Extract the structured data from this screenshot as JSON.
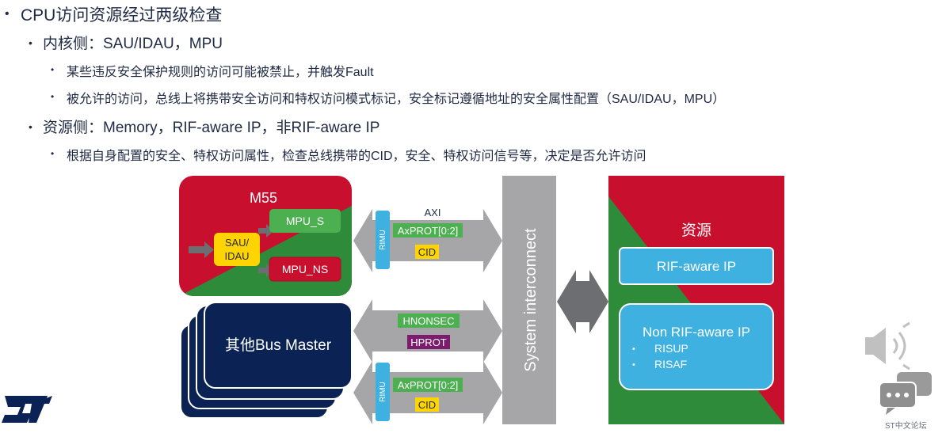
{
  "bullets": {
    "level1": "CPU访问资源经过两级检查",
    "kernel": "内核侧：SAU/IDAU，MPU",
    "kernel_sub1": "某些违反安全保护规则的访问可能被禁止，并触发Fault",
    "kernel_sub2": "被允许的访问，总线上将携带安全访问和特权访问模式标记，安全标记遵循地址的安全属性配置（SAU/IDAU，MPU）",
    "resource": "资源侧：Memory，RIF-aware IP，非RIF-aware IP",
    "resource_sub1": "根据自身配置的安全、特权访问属性，检查总线携带的CID，安全、特权访问信号等，决定是否允许访问"
  },
  "diagram": {
    "m55": {
      "title": "M55",
      "sau": "SAU/\nIDAU",
      "mpu_s": "MPU_S",
      "mpu_ns": "MPU_NS"
    },
    "other_master": "其他Bus Master",
    "rimu": "RIMU",
    "bus_top": {
      "label": "AXI",
      "prot": "AxPROT[0:2]",
      "cid": "CID"
    },
    "bus_mid": {
      "nonsec": "HNONSEC",
      "prot": "HPROT"
    },
    "bus_bot": {
      "prot": "AxPROT[0:2]",
      "cid": "CID"
    },
    "interconnect": "System interconnect",
    "resource": {
      "title": "资源",
      "rif_aware": "RIF-aware IP",
      "non_rif": "Non RIF-aware IP",
      "non_rif_items": [
        "RISUP",
        "RISAF"
      ]
    }
  },
  "footer": {
    "forum_label": "ST中文论坛"
  },
  "colors": {
    "st_red": "#c8102e",
    "st_green": "#2e8b3a",
    "navy": "#0b2354",
    "light_blue": "#3eb1e0",
    "gray": "#a6a6a8",
    "dark_gray": "#6d6e71",
    "yellow": "#ffd400",
    "purple": "#7b1c6e",
    "green_tag": "#4caf50"
  },
  "icons": [
    "speaker-icon",
    "chat-icon",
    "st-logo"
  ]
}
